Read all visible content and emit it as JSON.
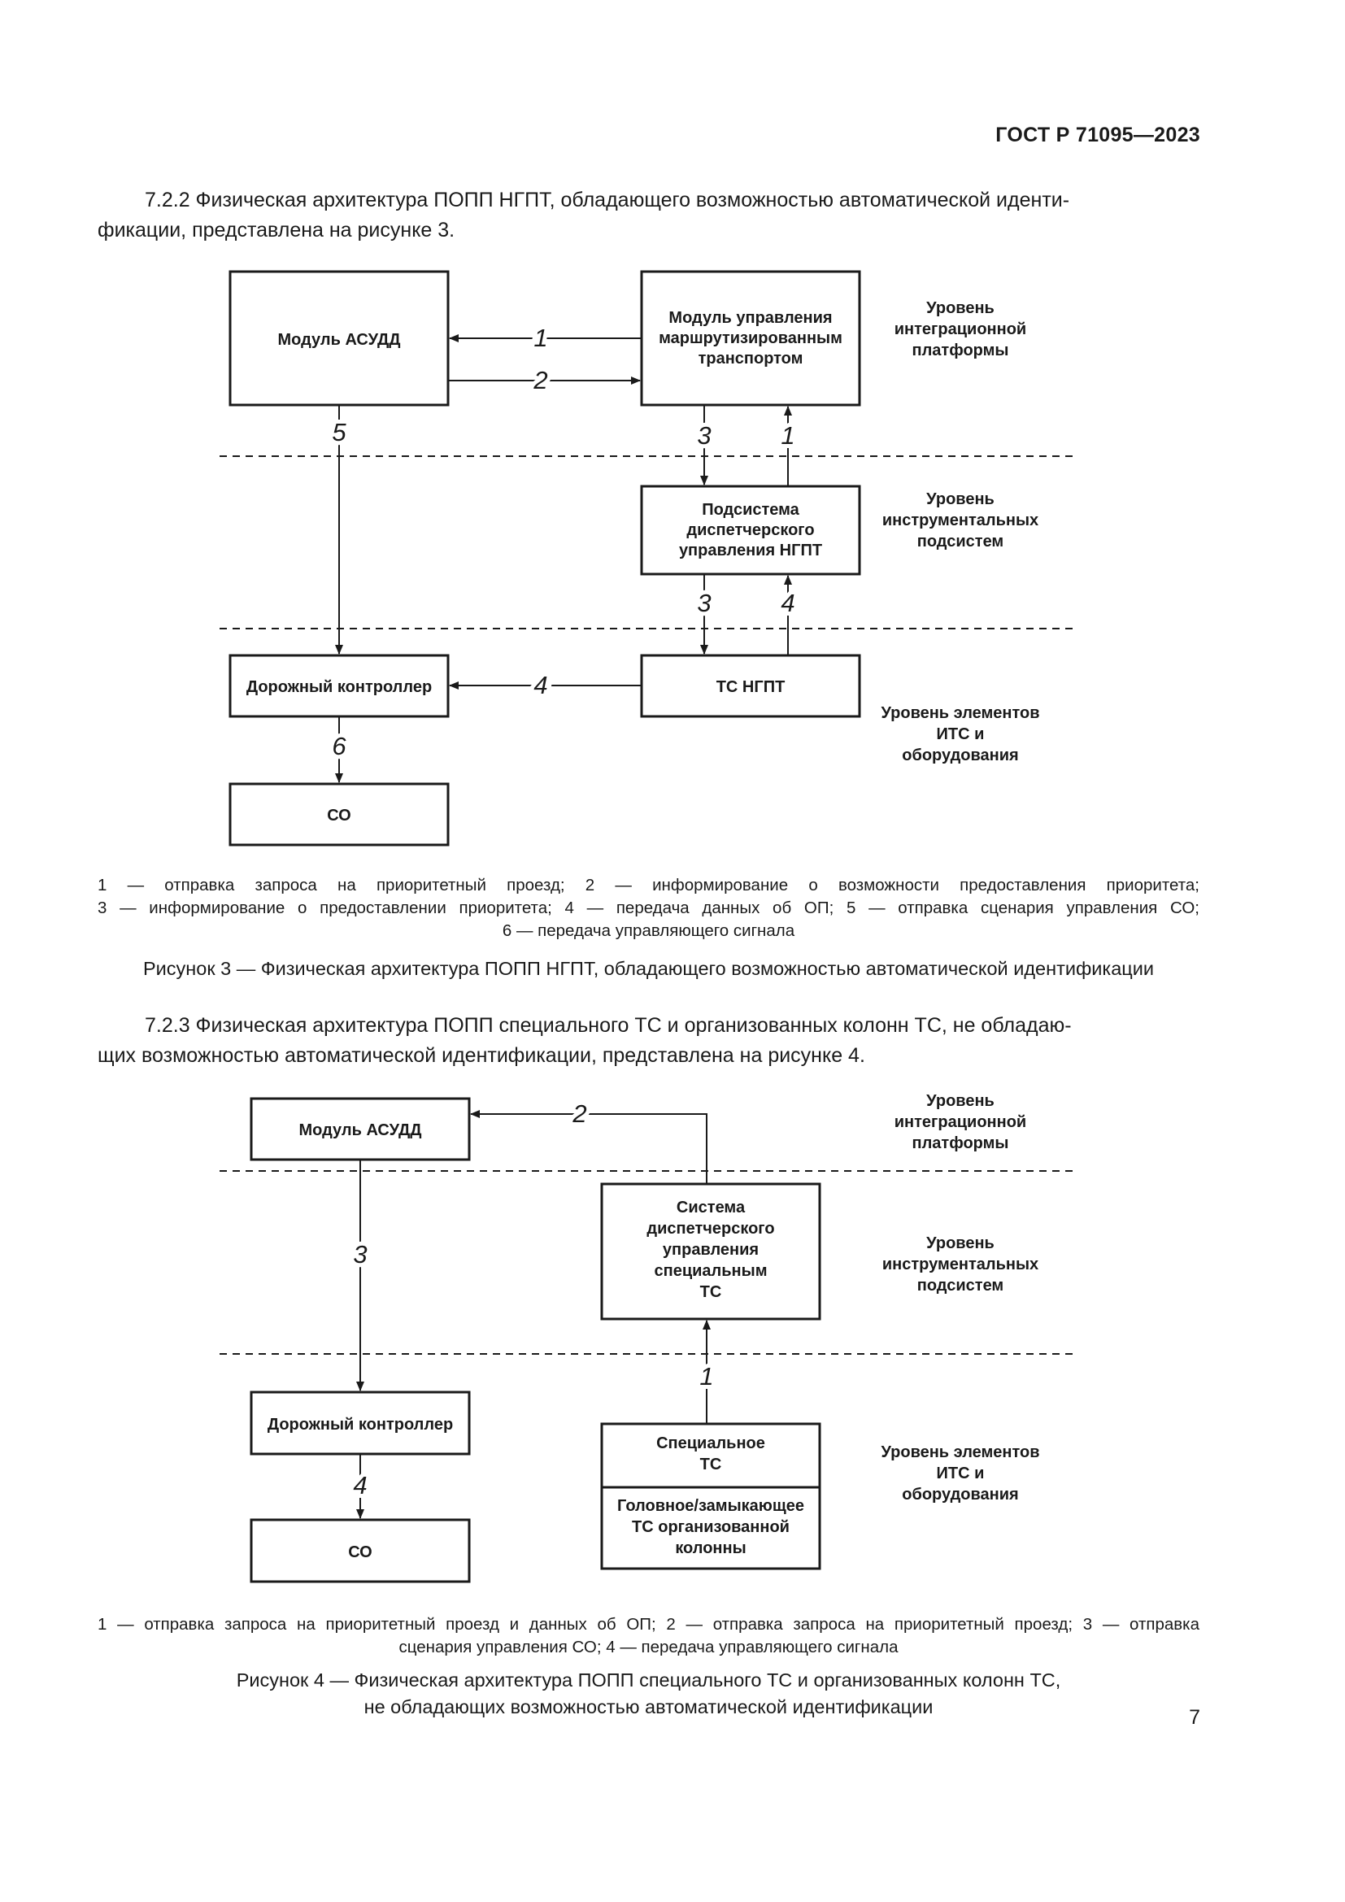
{
  "header": {
    "doc_id": "ГОСТ Р 71095—2023"
  },
  "section_722": {
    "line1": "7.2.2 Физическая архитектура ПОПП НГПТ, обладающего возможностью автоматической иденти-",
    "line2": "фикации, представлена на рисунке 3."
  },
  "figure3": {
    "boxes": {
      "asudd": "Модуль АСУДД",
      "module_route": [
        "Модуль управления",
        "маршрутизированным",
        "транспортом"
      ],
      "subsystem": [
        "Подсистема",
        "диспетчерского",
        "управления НГПТ"
      ],
      "road_controller": "Дорожный контроллер",
      "ts_ngpt": "ТС НГПТ",
      "so": "СО"
    },
    "levels": {
      "integration": [
        "Уровень",
        "интеграционной",
        "платформы"
      ],
      "instrumental": [
        "Уровень",
        "инструментальных",
        "подсистем"
      ],
      "elements": [
        "Уровень элементов",
        "ИТС и",
        "оборудования"
      ]
    },
    "labels": {
      "l1_top": "1",
      "l2": "2",
      "l5": "5",
      "l3_upper": "3",
      "l1_right": "1",
      "l3_lower": "3",
      "l4_vert": "4",
      "l4_horiz": "4",
      "l6": "6"
    },
    "legend_line1": "1 — отправка запроса на приоритетный проезд; 2 — информирование о возможности предоставления приоритета;",
    "legend_line2": "3 — информирование о предоставлении приоритета; 4 — передача данных об ОП; 5 — отправка сценария управления СО;",
    "legend_line3": "6 — передача управляющего сигнала",
    "caption": "Рисунок 3 — Физическая архитектура ПОПП НГПТ, обладающего возможностью автоматической идентификации"
  },
  "section_723": {
    "line1": "7.2.3 Физическая архитектура ПОПП специального ТС и организованных колонн ТС, не обладаю-",
    "line2": "щих возможностью автоматической идентификации, представлена на рисунке 4."
  },
  "figure4": {
    "boxes": {
      "asudd": "Модуль АСУДД",
      "dispatch": [
        "Система",
        "диспетчерского",
        "управления",
        "специальным",
        "ТС"
      ],
      "road_controller": "Дорожный контроллер",
      "special_ts": [
        "Специальное",
        "ТС"
      ],
      "column_ts": [
        "Головное/замыкающее",
        "ТС организованной",
        "колонны"
      ],
      "so": "СО"
    },
    "levels": {
      "integration": [
        "Уровень",
        "интеграционной",
        "платформы"
      ],
      "instrumental": [
        "Уровень",
        "инструментальных",
        "подсистем"
      ],
      "elements": [
        "Уровень элементов",
        "ИТС и",
        "оборудования"
      ]
    },
    "labels": {
      "l2": "2",
      "l3": "3",
      "l1": "1",
      "l4": "4"
    },
    "legend_line1": "1 — отправка запроса на приоритетный проезд и данных об ОП; 2 — отправка запроса на приоритетный проезд; 3 — отправка",
    "legend_line2": "сценария управления СО; 4 — передача управляющего сигнала",
    "caption_line1": "Рисунок 4 — Физическая архитектура ПОПП специального ТС и организованных колонн ТС,",
    "caption_line2": "не обладающих возможностью автоматической идентификации"
  },
  "footer": {
    "page_number": "7"
  }
}
